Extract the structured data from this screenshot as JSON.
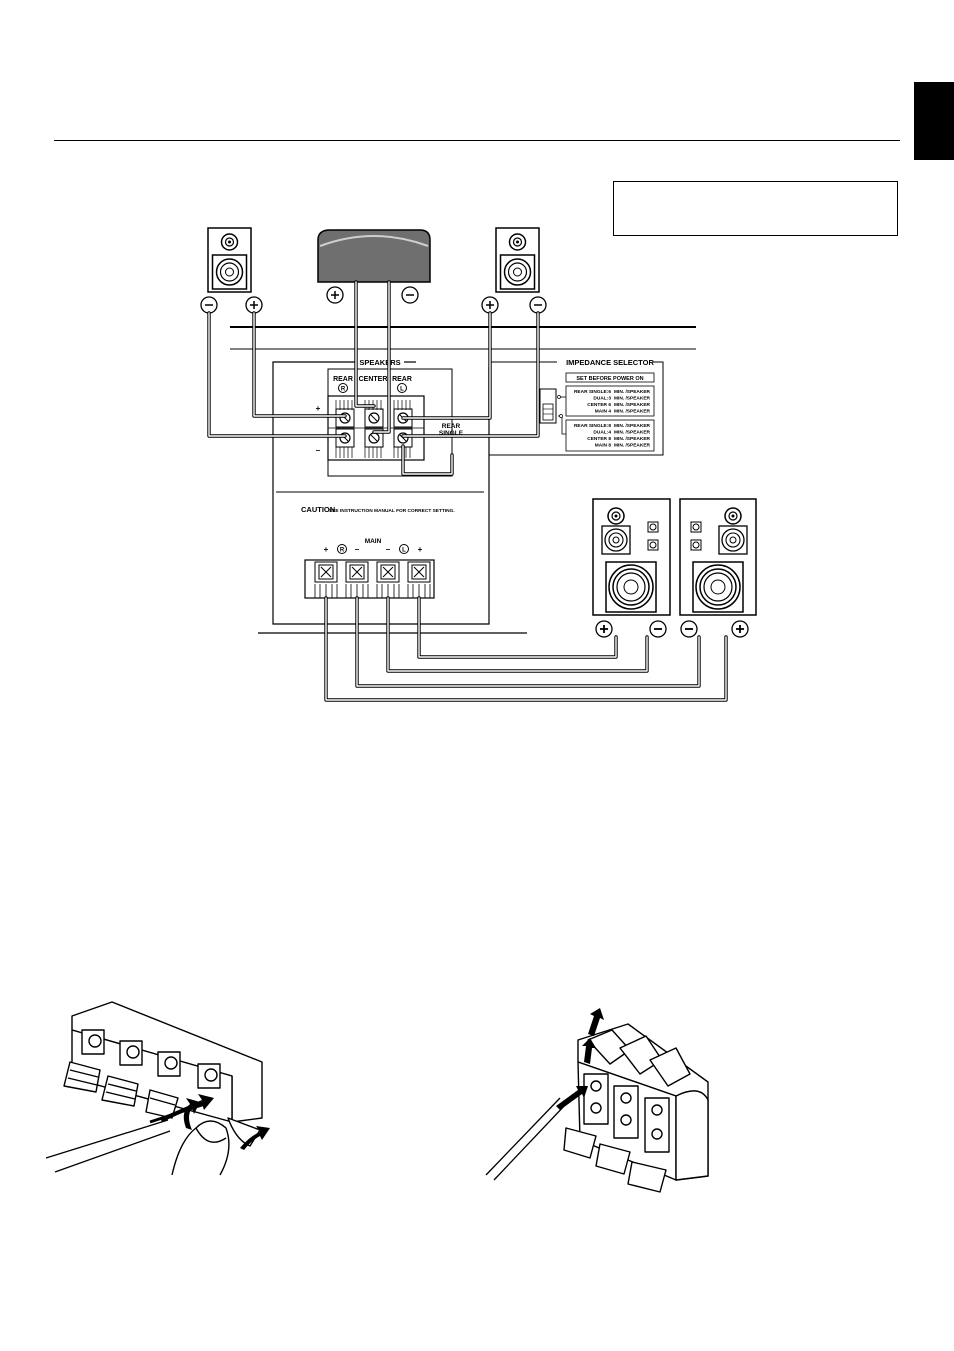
{
  "panel": {
    "speakers_label": "SPEAKERS",
    "rear_r_label": "REAR",
    "rear_r_sym": "R",
    "center_label": "CENTER",
    "rear_l_label": "REAR",
    "rear_l_sym": "L",
    "plus": "+",
    "minus": "–",
    "rear_single_1": "REAR",
    "rear_single_2": "SINGLE",
    "caution_word": "CAUTION",
    "caution_text": "SEE INSTRUCTION MANUAL FOR CORRECT SETTING.",
    "main_label": "MAIN",
    "main_r_sym": "R",
    "main_l_sym": "L"
  },
  "impedance": {
    "title": "IMPEDANCE SELECTOR",
    "set_before": "SET BEFORE POWER ON",
    "upper": [
      {
        "label": "REAR  SINGLE:6",
        "value": "MIN. /SPEAKER"
      },
      {
        "label": "DUAL:3",
        "value": "MIN. /SPEAKER"
      },
      {
        "label": "CENTER      6",
        "value": "MIN. /SPEAKER"
      },
      {
        "label": "MAIN       4",
        "value": "MIN. /SPEAKER"
      }
    ],
    "lower": [
      {
        "label": "REAR  SINGLE:8",
        "value": "MIN. /SPEAKER"
      },
      {
        "label": "DUAL:4",
        "value": "MIN. /SPEAKER"
      },
      {
        "label": "CENTER      8",
        "value": "MIN. /SPEAKER"
      },
      {
        "label": "MAIN       8",
        "value": "MIN. /SPEAKER"
      }
    ]
  }
}
